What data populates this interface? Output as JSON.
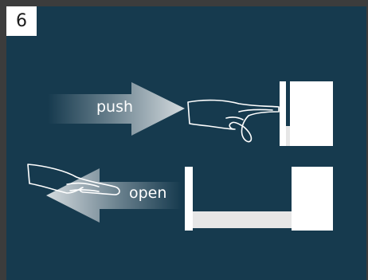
{
  "step": {
    "number": "6"
  },
  "instructions": {
    "push_label": "push",
    "open_label": "open"
  },
  "colors": {
    "panel_background": "#163a4e",
    "frame_background": "#3c3c3c",
    "door": "#ffffff",
    "drawer_body": "#e6e6e6",
    "arrow": "#c7d0d6"
  },
  "icons": {
    "push_hand": "pointing-hand-icon",
    "open_hand": "open-hand-icon",
    "push_arrow": "arrow-right-icon",
    "open_arrow": "arrow-left-icon"
  }
}
